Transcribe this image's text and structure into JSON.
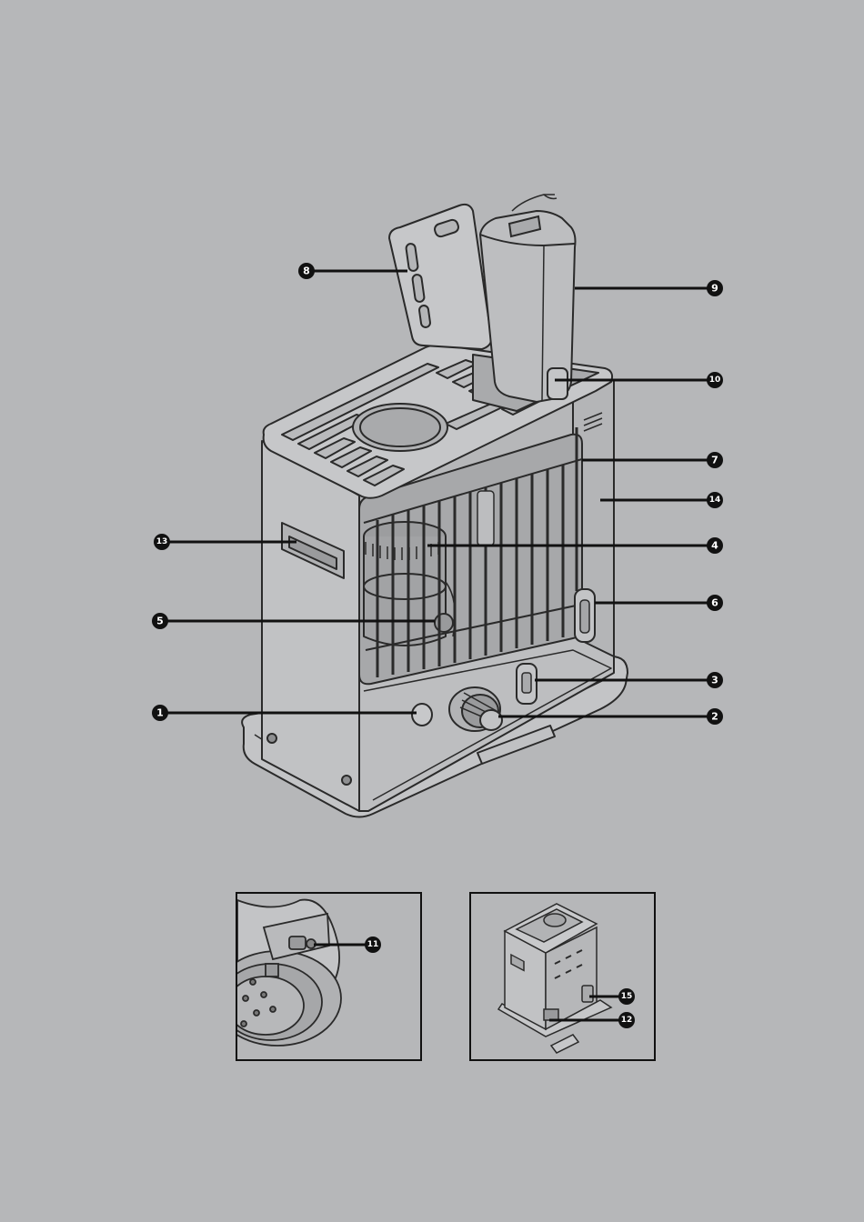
{
  "colors": {
    "background": "#b6b7b9",
    "heater_body": "#bcbdbf",
    "heater_shade": "#a9aaac",
    "outline": "#2a2a2a",
    "callout": "#111111",
    "callout_text": "#ffffff"
  },
  "callouts": [
    {
      "id": "1",
      "label": "1"
    },
    {
      "id": "2",
      "label": "2"
    },
    {
      "id": "3",
      "label": "3"
    },
    {
      "id": "4",
      "label": "4"
    },
    {
      "id": "5",
      "label": "5"
    },
    {
      "id": "6",
      "label": "6"
    },
    {
      "id": "7",
      "label": "7"
    },
    {
      "id": "8",
      "label": "8"
    },
    {
      "id": "9",
      "label": "9"
    },
    {
      "id": "10",
      "label": "10"
    },
    {
      "id": "11",
      "label": "11"
    },
    {
      "id": "12",
      "label": "12"
    },
    {
      "id": "13",
      "label": "13"
    },
    {
      "id": "14",
      "label": "14"
    },
    {
      "id": "15",
      "label": "15"
    }
  ]
}
